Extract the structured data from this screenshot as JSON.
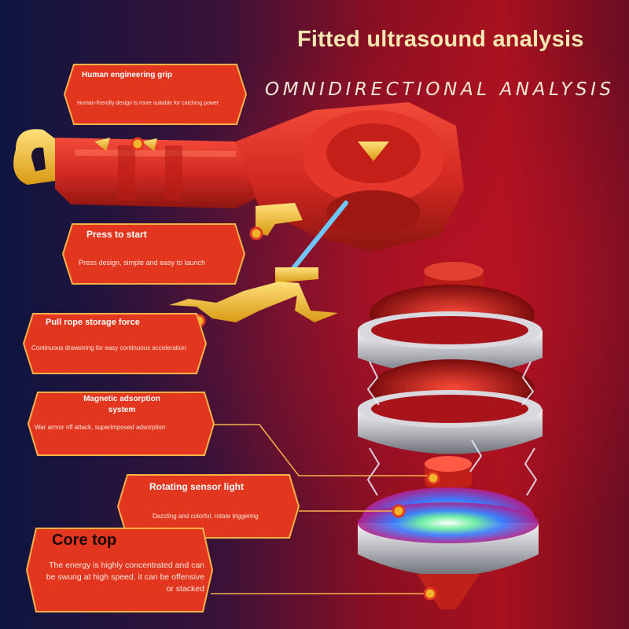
{
  "header": {
    "title": "Fitted ultrasound analysis",
    "subtitle": "OMNIDIRECTIONAL ANALYSIS"
  },
  "callouts": [
    {
      "title": "Human engineering grip",
      "text": "Human-friendly design is more suitable for catching power"
    },
    {
      "title": "Press to start",
      "text": "Press design, simple and easy to launch"
    },
    {
      "title": "Pull rope storage force",
      "text": "Continuous drawstring for easy continuous acceleration"
    },
    {
      "title": "Magnetic adsorption system",
      "text": "War armor off attack, superimposed adsorption"
    },
    {
      "title": "Rotating sensor light",
      "text": "Dazzling and colorful, rotate triggering"
    },
    {
      "title": "Core top",
      "text": "The energy is highly concentrated and can be swung at high speed. it can be offensive or stacked"
    }
  ],
  "colors": {
    "callout_fill": "#e3361e",
    "callout_border": "#f6b24a",
    "accent_gold": "#f0b52a",
    "launcher_red": "#d42a22",
    "ring_silver": "#c8c8cc"
  },
  "icons": [
    "hex-callout-frame",
    "connector-dot",
    "lightning-spark"
  ]
}
